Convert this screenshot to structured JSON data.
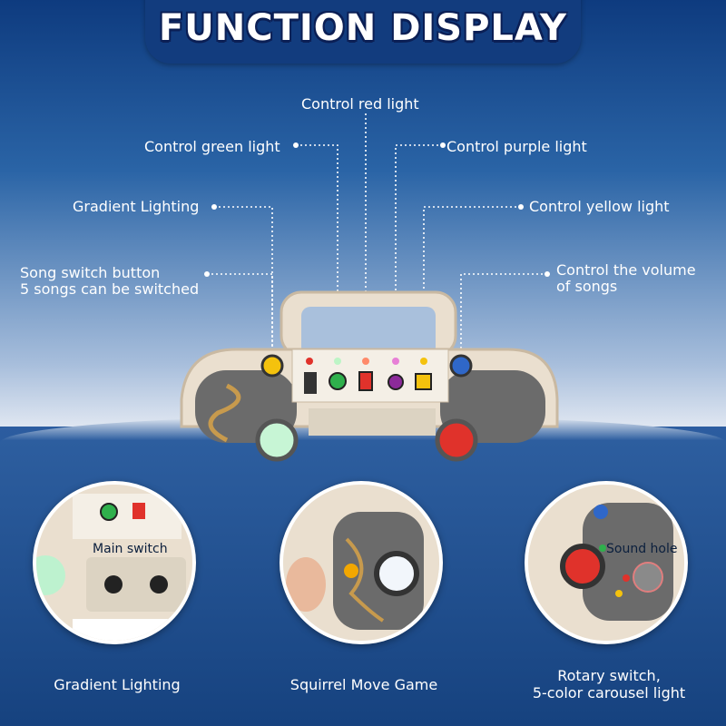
{
  "header": {
    "title": "FUNCTION DISPLAY"
  },
  "callouts": {
    "red": "Control red light",
    "green": "Control green light",
    "purple": "Control purple light",
    "gradient": "Gradient Lighting",
    "yellow": "Control yellow light",
    "song_line1": "Song switch button",
    "song_line2": "5 songs can be switched",
    "volume_line1": "Control the volume",
    "volume_line2": "of songs"
  },
  "details": [
    {
      "caption": "Gradient Lighting",
      "inset_label": "Main switch"
    },
    {
      "caption": "Squirrel Move Game"
    },
    {
      "caption_line1": "Rotary switch,",
      "caption_line2": "5-color carousel light",
      "inset_label": "Sound hole"
    }
  ],
  "colors": {
    "navy": "#123c7e",
    "wood": "#eadfcf",
    "led_red": "#e0322b",
    "led_green": "#2fb04c",
    "led_purple": "#8c2a9a",
    "led_yellow": "#f4c20d"
  }
}
